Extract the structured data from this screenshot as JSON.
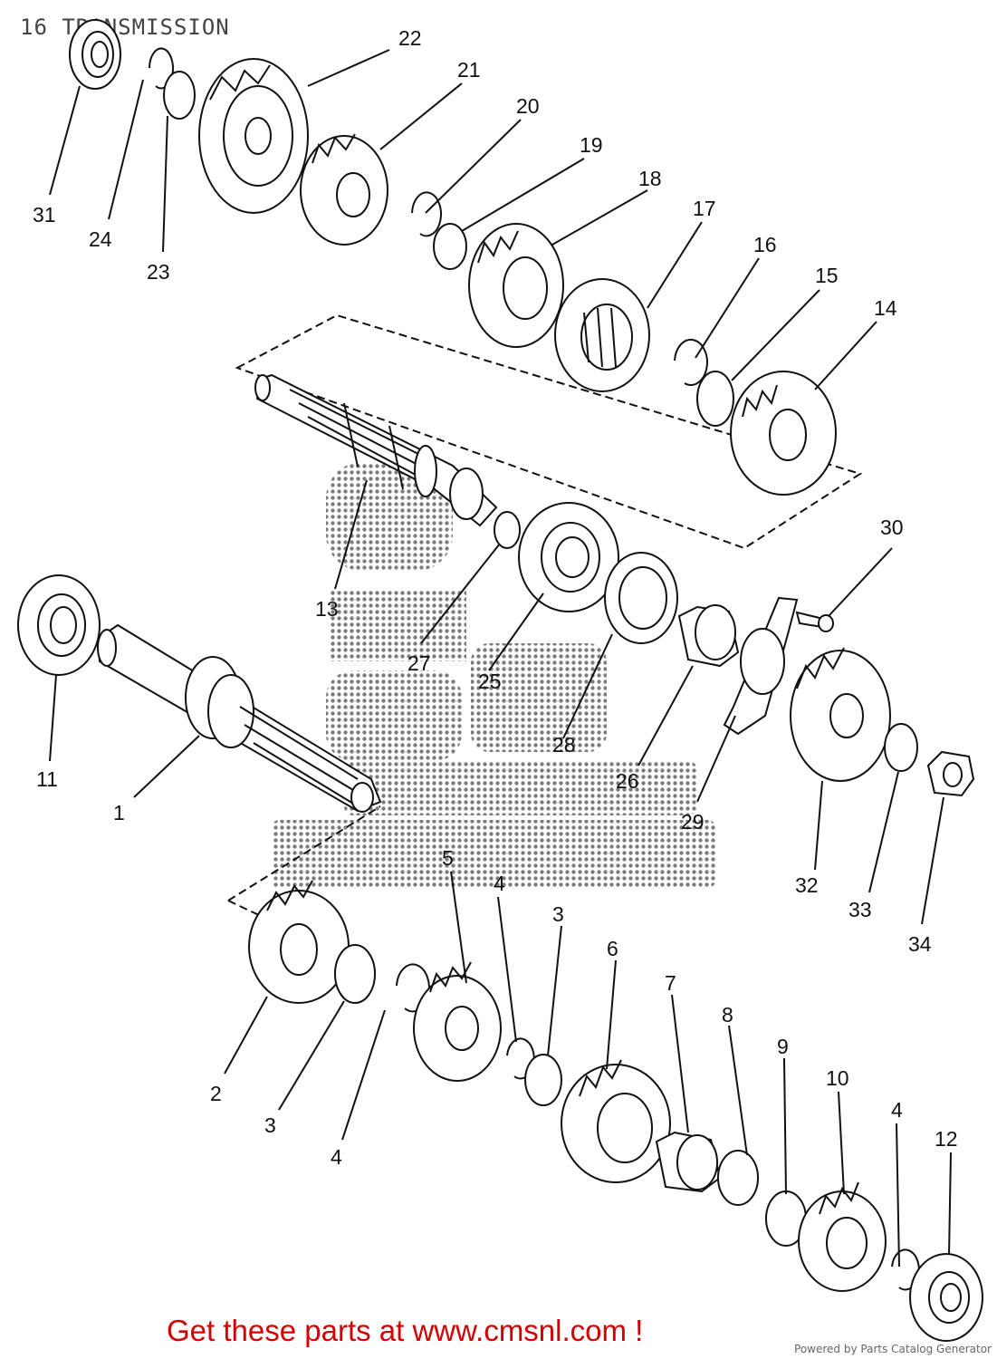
{
  "title": "16 TRANSMISSION",
  "cta": "Get these parts at www.cmsnl.com !",
  "powered_by": "Powered by Parts Catalog Generator",
  "labels": {
    "l1": "1",
    "l2": "2",
    "l3a": "3",
    "l3b": "3",
    "l4a": "4",
    "l4b": "4",
    "l4c": "4",
    "l5": "5",
    "l6": "6",
    "l7": "7",
    "l8": "8",
    "l9": "9",
    "l10": "10",
    "l11": "11",
    "l12": "12",
    "l13": "13",
    "l14": "14",
    "l15": "15",
    "l16": "16",
    "l17": "17",
    "l18": "18",
    "l19": "19",
    "l20": "20",
    "l21": "21",
    "l22": "22",
    "l23": "23",
    "l24": "24",
    "l25": "25",
    "l26": "26",
    "l27": "27",
    "l28": "28",
    "l29": "29",
    "l30": "30",
    "l31": "31",
    "l32": "32",
    "l33": "33",
    "l34": "34"
  },
  "colors": {
    "cta": "#d40000",
    "lines": "#111111"
  }
}
